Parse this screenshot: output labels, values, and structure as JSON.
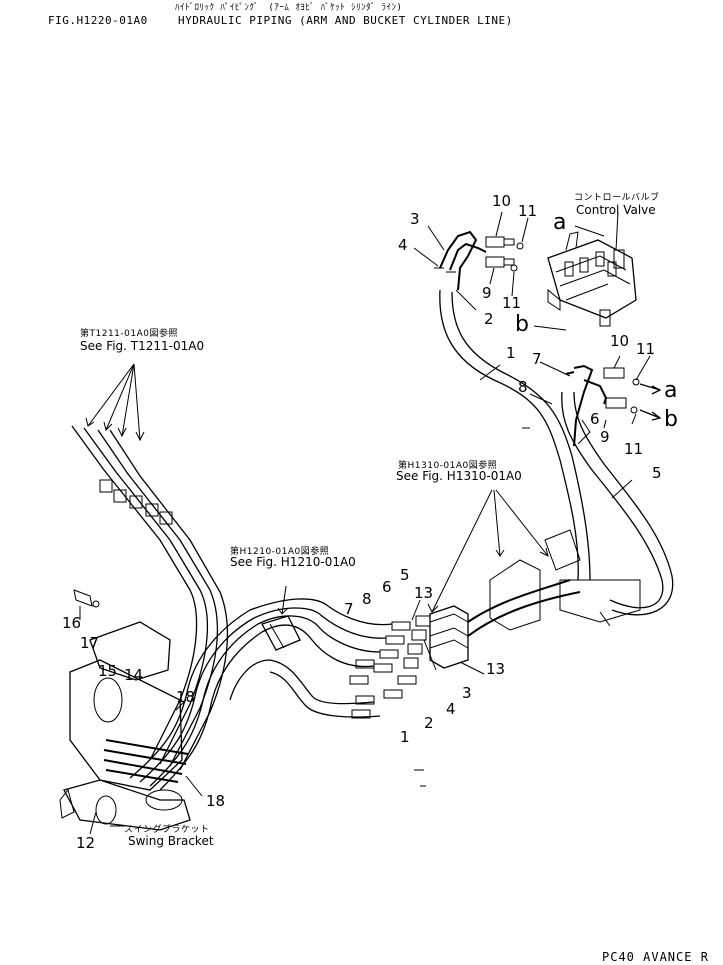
{
  "header": {
    "jp_title": "ﾊｲﾄﾞﾛﾘｯｸ ﾊﾟｲﾋﾟﾝｸﾞ　(ｱｰﾑ ｵﾖﾋﾞ ﾊﾞｹｯﾄ ｼﾘﾝﾀﾞ ﾗｲﾝ)",
    "fig_id": "FIG.H1220-01A0",
    "en_title": "HYDRAULIC PIPING (ARM AND BUCKET CYLINDER LINE)"
  },
  "footer": {
    "model": "PC40 AVANCE R"
  },
  "callouts": {
    "control_valve_jp": "コントロールバルブ",
    "control_valve_en": "Control Valve",
    "ref_t1211_jp": "第T1211-01A0図参照",
    "ref_t1211_en": "See Fig. T1211-01A0",
    "ref_h1310_jp": "第H1310-01A0図参照",
    "ref_h1310_en": "See Fig. H1310-01A0",
    "ref_h1210_jp": "第H1210-01A0図参照",
    "ref_h1210_en": "See Fig. H1210-01A0",
    "swing_jp": "スイングブラケット",
    "swing_en": "Swing Bracket"
  },
  "letters": {
    "a": "a",
    "b": "b"
  },
  "part_numbers": {
    "n1": "1",
    "n2": "2",
    "n3": "3",
    "n4": "4",
    "n5": "5",
    "n6": "6",
    "n7": "7",
    "n8": "8",
    "n9": "9",
    "n10": "10",
    "n11": "11",
    "n12": "12",
    "n13": "13",
    "n14": "14",
    "n15": "15",
    "n16": "16",
    "n17": "17",
    "n18": "18"
  }
}
